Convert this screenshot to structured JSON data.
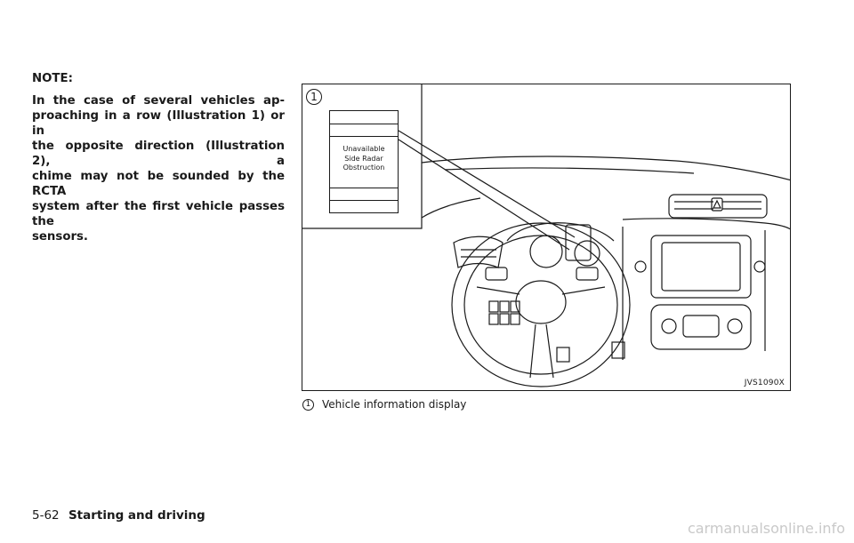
{
  "note": {
    "heading": "NOTE:",
    "lines": [
      "In the case of several vehicles ap-",
      "proaching in a row (Illustration 1) or in",
      "the opposite direction (Illustration 2), a",
      "chime may not be sounded by the RCTA",
      "system after the first vehicle passes the",
      "sensors."
    ]
  },
  "figure": {
    "callout_number": "1",
    "display_message": [
      "Unavailable",
      "Side Radar",
      "Obstruction"
    ],
    "figure_code": "JVS1090X"
  },
  "legend": {
    "mark": "1",
    "text": "Vehicle information display"
  },
  "footer": {
    "page_number": "5-62",
    "section_title": "Starting and driving"
  },
  "watermark": "carmanualsonline.info"
}
